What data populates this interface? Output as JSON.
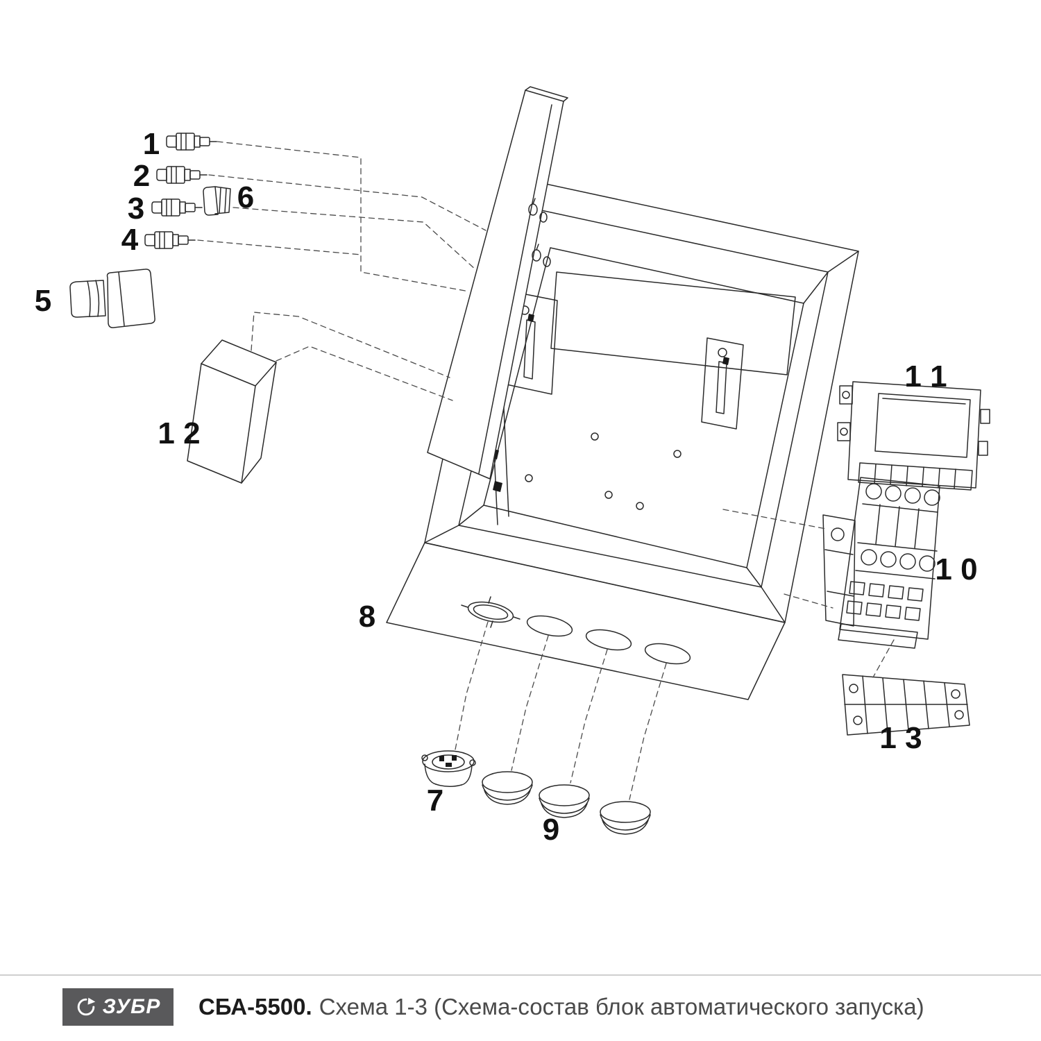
{
  "labels": {
    "p1": "1",
    "p2": "2",
    "p3": "3",
    "p4": "4",
    "p5": "5",
    "p6": "6",
    "p7": "7",
    "p8": "8",
    "p9": "9",
    "p10": "1 0",
    "p11": "1 1",
    "p12": "1 2",
    "p13": "1 3"
  },
  "footer": {
    "logo": "ЗУБР",
    "model": "СБА-5500.",
    "caption": "Схема 1-3 (Схема-состав блок автоматического запуска)"
  },
  "colors": {
    "line": "#2a2a2a",
    "logo_bg": "#59595b",
    "caption_text": "#4a4a4a",
    "divider": "#cfcfcf"
  }
}
